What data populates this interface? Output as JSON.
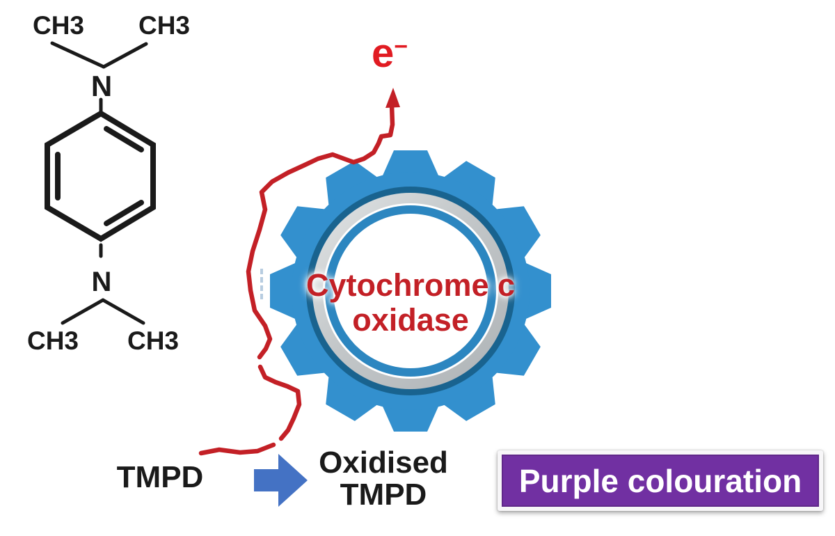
{
  "molecule": {
    "ch3_top_left": "CH3",
    "ch3_top_right": "CH3",
    "n_top": "N",
    "n_bottom": "N",
    "ch3_bottom_left": "CH3",
    "ch3_bottom_right": "CH3"
  },
  "electron": {
    "symbol": "e",
    "charge": "−"
  },
  "gear": {
    "label_line1": "Cytochrome c",
    "label_line2": "oxidase"
  },
  "reaction": {
    "substrate_label": "TMPD",
    "product_line1": "Oxidised",
    "product_line2": "TMPD"
  },
  "result_box": {
    "label": "Purple colouration"
  },
  "colors": {
    "ink": "#1a1a1a",
    "diagram_red": "#c32026",
    "electron_red": "#e11b22",
    "gear_blue": "#3390ce",
    "gear_ring_dark": "#19638f",
    "gear_ring_silver": "#c6c9cb",
    "gear_ring_blue": "#2c86c0",
    "gear_text_red": "#c32026",
    "reaction_arrow_blue": "#4472c4",
    "purple": "#7130a2",
    "background": "#ffffff"
  }
}
